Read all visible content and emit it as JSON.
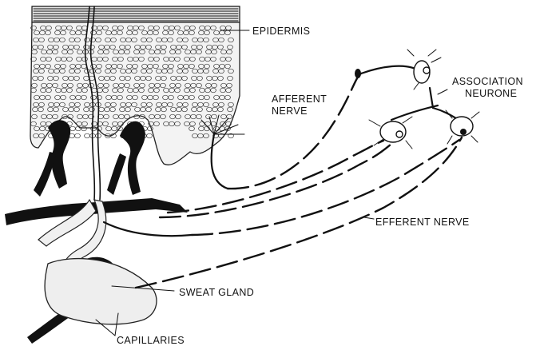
{
  "labels": {
    "epidermis": "EPIDERMIS",
    "afferent_line1": "AFFERENT",
    "afferent_line2": "NERVE",
    "association_line1": "ASSOCIATION",
    "association_line2": "NEURONE",
    "efferent": "EFFERENT NERVE",
    "sweat_gland": "SWEAT GLAND",
    "capillaries": "CAPILLARIES"
  },
  "colors": {
    "ink": "#111111",
    "background": "#ffffff"
  }
}
